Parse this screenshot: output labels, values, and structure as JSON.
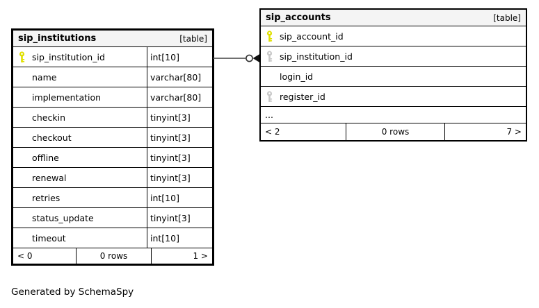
{
  "diagram": {
    "generated_by": "Generated by SchemaSpy"
  },
  "colors": {
    "primary_key_icon": "#e0e000",
    "foreign_key_icon": "#c8c8c8",
    "header_bg": "#f4f4f4",
    "border": "#000000",
    "relation_line": "#404040"
  },
  "relationship": {
    "from_table": "sip_institutions",
    "from_column": "sip_institution_id",
    "to_table": "sip_accounts",
    "to_column": "sip_institution_id",
    "near_end_symbol": "zero-circle",
    "far_end_symbol": "crow-foot-many"
  },
  "tables": [
    {
      "name": "sip_institutions",
      "badge": "[table]",
      "columns": [
        {
          "name": "sip_institution_id",
          "type": "int[10]",
          "key": "primary"
        },
        {
          "name": "name",
          "type": "varchar[80]",
          "key": "none"
        },
        {
          "name": "implementation",
          "type": "varchar[80]",
          "key": "none"
        },
        {
          "name": "checkin",
          "type": "tinyint[3]",
          "key": "none"
        },
        {
          "name": "checkout",
          "type": "tinyint[3]",
          "key": "none"
        },
        {
          "name": "offline",
          "type": "tinyint[3]",
          "key": "none"
        },
        {
          "name": "renewal",
          "type": "tinyint[3]",
          "key": "none"
        },
        {
          "name": "retries",
          "type": "int[10]",
          "key": "none"
        },
        {
          "name": "status_update",
          "type": "tinyint[3]",
          "key": "none"
        },
        {
          "name": "timeout",
          "type": "int[10]",
          "key": "none"
        }
      ],
      "footer": {
        "left": "< 0",
        "center": "0 rows",
        "right": "1 >"
      }
    },
    {
      "name": "sip_accounts",
      "badge": "[table]",
      "columns": [
        {
          "name": "sip_account_id",
          "key": "primary"
        },
        {
          "name": "sip_institution_id",
          "key": "foreign"
        },
        {
          "name": "login_id",
          "key": "none"
        },
        {
          "name": "register_id",
          "key": "foreign"
        }
      ],
      "ellipsis": "...",
      "footer": {
        "left": "< 2",
        "center": "0 rows",
        "right": "7 >"
      }
    }
  ]
}
